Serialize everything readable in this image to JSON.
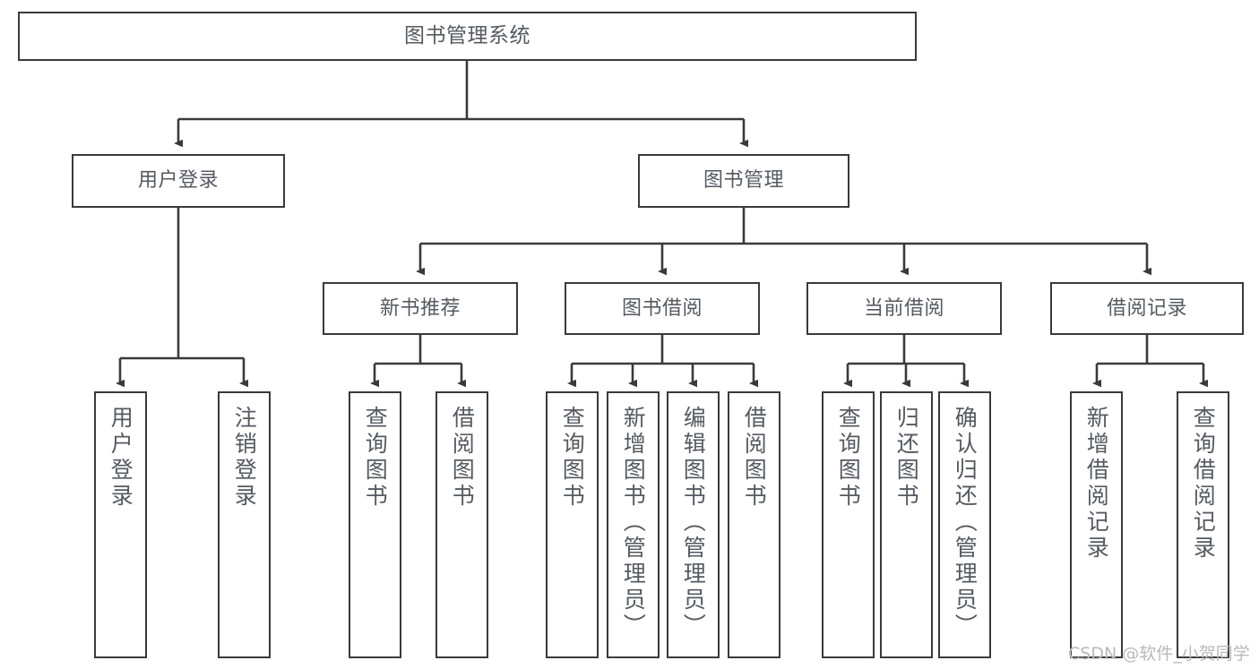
{
  "diagram": {
    "title": "图书管理系统",
    "type": "tree-hierarchy-diagram",
    "watermark": "CSDN @软件_小贺同学",
    "colors": {
      "box_border": "#3a3a3a",
      "box_fill": "#ffffff",
      "text": "#555a60",
      "edge": "#3a3a3a",
      "watermark": "#b9b9b9",
      "background": "#ffffff"
    },
    "nodes": {
      "root": {
        "label": "图书管理系统"
      },
      "level2": [
        {
          "label": "用户登录"
        },
        {
          "label": "图书管理"
        }
      ],
      "level3": [
        {
          "label": "新书推荐"
        },
        {
          "label": "图书借阅"
        },
        {
          "label": "当前借阅"
        },
        {
          "label": "借阅记录"
        }
      ],
      "leaves": {
        "user_login": [
          {
            "label": "用户登录"
          },
          {
            "label": "注销登录"
          }
        ],
        "new_book_recommend": [
          {
            "label": "查询图书"
          },
          {
            "label": "借阅图书"
          }
        ],
        "book_borrow": [
          {
            "label": "查询图书"
          },
          {
            "label": "新增图书（管理员）"
          },
          {
            "label": "编辑图书（管理员）"
          },
          {
            "label": "借阅图书"
          }
        ],
        "current_borrow": [
          {
            "label": "查询图书"
          },
          {
            "label": "归还图书"
          },
          {
            "label": "确认归还（管理员）"
          }
        ],
        "borrow_record": [
          {
            "label": "新增借阅记录"
          },
          {
            "label": "查询借阅记录"
          }
        ]
      }
    }
  }
}
